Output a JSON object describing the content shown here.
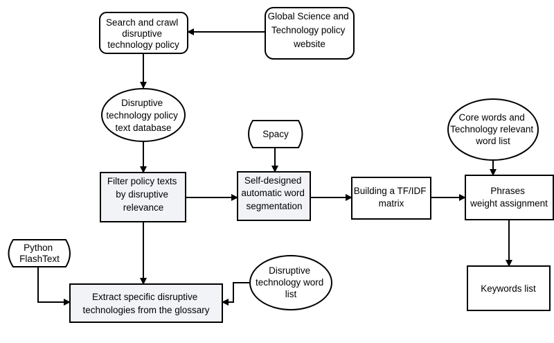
{
  "diagram": {
    "nodes": {
      "search_crawl": {
        "lines": [
          "Search and crawl",
          "disruptive",
          "technology policy"
        ]
      },
      "global_website": {
        "lines": [
          "Global Science and",
          "Technology policy",
          "website"
        ]
      },
      "policy_database": {
        "lines": [
          "Disruptive",
          "technology policy",
          "text database"
        ]
      },
      "spacy": {
        "lines": [
          "Spacy"
        ]
      },
      "core_words": {
        "lines": [
          "Core words and",
          "Technology relevant",
          "word list"
        ]
      },
      "filter_texts": {
        "lines": [
          "Filter policy texts",
          "by disruptive",
          "relevance"
        ]
      },
      "word_segmentation": {
        "lines": [
          "Self-designed",
          "automatic word",
          "segmentation"
        ]
      },
      "tfidf_matrix": {
        "lines": [
          "Building a TF/IDF",
          "matrix"
        ]
      },
      "phrase_weight": {
        "lines": [
          "Phrases",
          "weight assignment"
        ]
      },
      "python_flashtext": {
        "lines": [
          "Python",
          "FlashText"
        ]
      },
      "disruptive_word_list": {
        "lines": [
          "Disruptive",
          "technology word",
          "list"
        ]
      },
      "extract_technologies": {
        "lines": [
          "Extract specific disruptive",
          "technologies from the glossary"
        ]
      },
      "keywords_list": {
        "lines": [
          "Keywords list"
        ]
      }
    }
  }
}
